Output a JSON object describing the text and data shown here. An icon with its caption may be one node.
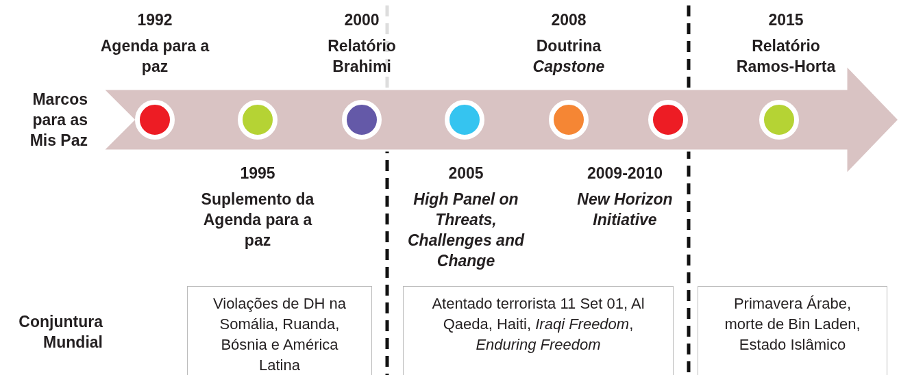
{
  "diagram": {
    "nodes": [
      {
        "text": [],
        "shape": "arrow"
      },
      {
        "text": [],
        "shape": "circle",
        "in": 0,
        "beside": [
          "1992",
          "Agenda para a paz"
        ]
      },
      {
        "text": [],
        "shape": "circle",
        "in": 0,
        "beside": [
          "1995",
          "Suplemento da Agenda para a paz"
        ]
      },
      {
        "text": [],
        "shape": "circle",
        "in": 0,
        "beside": [
          "2000",
          "Relatório Brahimi"
        ]
      },
      {
        "text": [],
        "shape": "circle",
        "in": 0,
        "beside": [
          "2005",
          "High Panel on Threats, Challenges and Change"
        ]
      },
      {
        "text": [],
        "shape": "circle",
        "in": 0,
        "beside": [
          "2008",
          "Doutrina *Capstone*"
        ]
      },
      {
        "text": [],
        "shape": "circle",
        "in": 0,
        "beside": [
          "2009-2010",
          "New Horizon Initiative"
        ]
      },
      {
        "text": [],
        "shape": "circle",
        "in": 0,
        "beside": [
          "2015",
          "Relatório Ramos-Horta"
        ]
      },
      {
        "text": [
          "Violações de DH na Somália, Ruanda, Bósnia e América Latina"
        ]
      },
      {
        "text": [
          "Atentado terrorista 11 Set 01, Al Qaeda, Haiti, *Iraqi Freedom*, *Enduring Freedom*"
        ]
      },
      {
        "text": [
          "Primavera Árabe, morte de Bin Laden, Estado Islâmico"
        ]
      }
    ],
    "edges": [],
    "labels": [
      "Marcos para as Mis Paz",
      "Conjuntura Mundial"
    ]
  }
}
